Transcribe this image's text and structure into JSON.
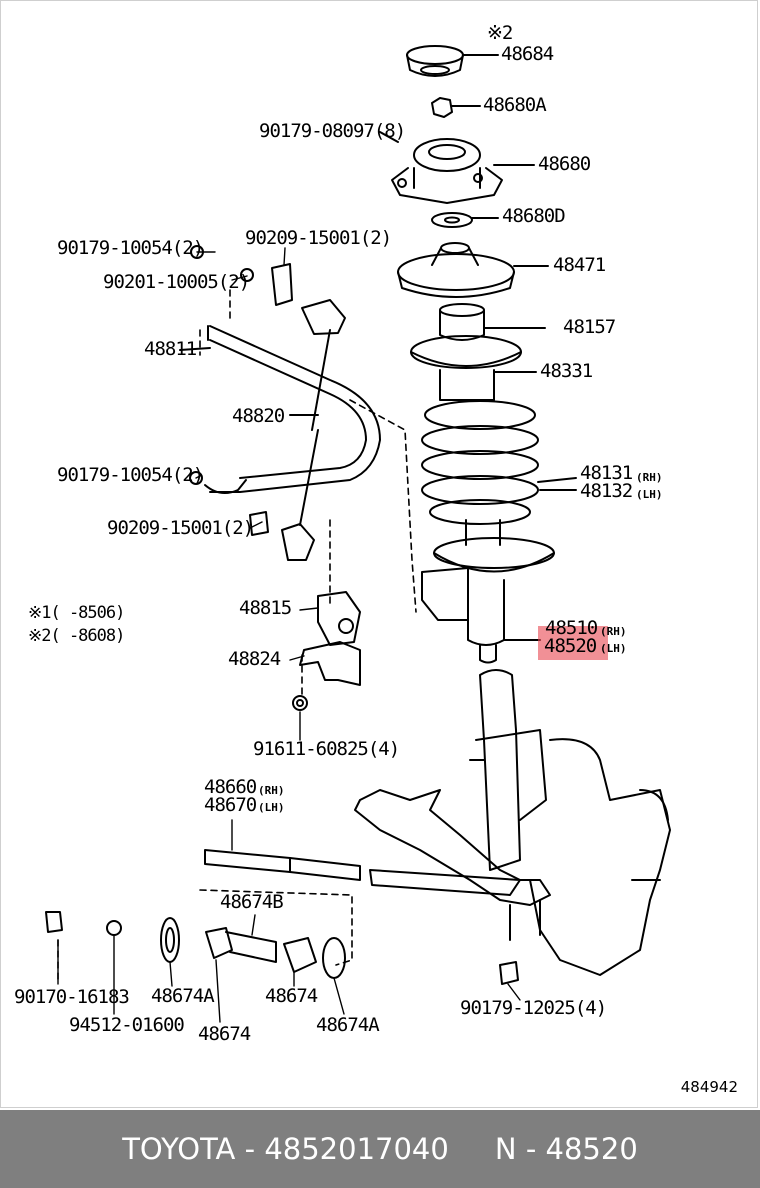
{
  "diagram": {
    "labels": {
      "n48684": "48684",
      "mark2": "※2",
      "n48680A": "48680A",
      "n90179_08097": "90179-08097(8)",
      "n48680": "48680",
      "n48680D": "48680D",
      "n90209_15001_a": "90209-15001(2)",
      "n90179_10054_a": "90179-10054(2)",
      "n48471": "48471",
      "n90201_10005": "90201-10005(2)",
      "n48157": "48157",
      "n48811": "48811",
      "n48331": "48331",
      "n48820": "48820",
      "n48131": "48131",
      "rh1": "(RH)",
      "n48132": "48132",
      "lh1": "(LH)",
      "n90179_10054_b": "90179-10054(2)",
      "n90209_15001_b": "90209-15001(2)",
      "n48815": "48815",
      "n48510": "48510",
      "rh2": "(RH)",
      "n48520": "48520",
      "lh2": "(LH)",
      "note1": "※1(      -8506)",
      "note2": "※2(      -8608)",
      "n48824": "48824",
      "n91611_60825": "91611-60825(4)",
      "n48660": "48660",
      "rh3": "(RH)",
      "n48670": "48670",
      "lh3": "(LH)",
      "n48674B": "48674B",
      "n90170_16183": "90170-16183",
      "n48674A_a": "48674A",
      "n48674_a": "48674",
      "n94512_01600": "94512-01600",
      "n48674_b": "48674",
      "n48674A_b": "48674A",
      "n90179_12025": "90179-12025(4)",
      "drawing_code": "484942"
    },
    "highlighted_part": "48520",
    "highlight_color": "#e84650"
  },
  "footer": {
    "brand": "TOYOTA",
    "sep1": " - ",
    "part_number": "4852017040",
    "gap": "     ",
    "ref_prefix": "N",
    "sep2": " - ",
    "ref_number": "48520"
  }
}
